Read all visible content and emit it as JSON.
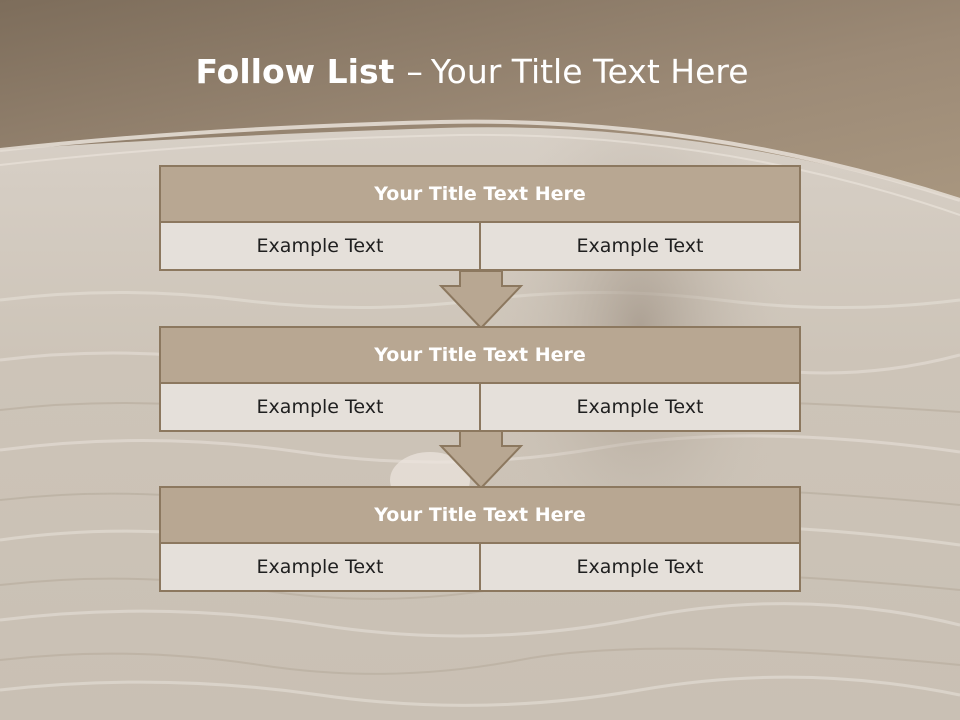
{
  "slide": {
    "title_bold": "Follow List",
    "title_sep": "–",
    "title_rest": "Your Title Text Here"
  },
  "blocks": [
    {
      "title": "Your Title Text Here",
      "cells": [
        "Example Text",
        "Example Text"
      ]
    },
    {
      "title": "Your Title Text Here",
      "cells": [
        "Example Text",
        "Example Text"
      ]
    },
    {
      "title": "Your Title Text Here",
      "cells": [
        "Example Text",
        "Example Text"
      ]
    }
  ],
  "colors": {
    "header_band": "#8a7966",
    "title_fill": "#b8a792",
    "cell_fill": "#e5e0da",
    "border": "#8c785f",
    "arrow_fill": "#b8a792"
  }
}
